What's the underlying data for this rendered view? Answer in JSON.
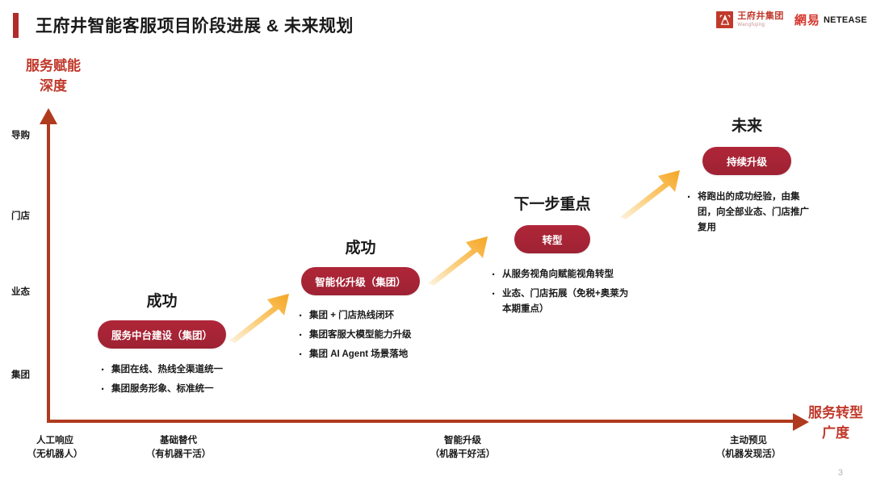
{
  "header": {
    "title": "王府井智能客服项目阶段进展 & 未来规划",
    "accent_color": "#B22B2B",
    "logos": {
      "wangfujing": {
        "cn": "王府井集团",
        "en": "Wangfujing",
        "icon": "wangfujing-mark",
        "color": "#C0392B"
      },
      "netease": {
        "cn": "網易",
        "en": "NETEASE",
        "color": "#D6382F"
      }
    }
  },
  "axes": {
    "y_title": "服务赋能\n深度",
    "x_title": "服务转型\n广度",
    "axis_color": "#B03A1E",
    "y_ticks": [
      "导购",
      "门店",
      "业态",
      "集团"
    ],
    "x_ticks": [
      {
        "main": "人工响应",
        "sub": "（无机器人）"
      },
      {
        "main": "基础替代",
        "sub": "（有机器干活）"
      },
      {
        "main": "智能升级",
        "sub": "（机器干好活）"
      },
      {
        "main": "主动预见",
        "sub": "（机器发现活）"
      }
    ]
  },
  "stages": [
    {
      "heading": "成功",
      "pill": "服务中台建设（集团）",
      "bullets": [
        "集团在线、热线全渠道统一",
        "集团服务形象、标准统一"
      ]
    },
    {
      "heading": "成功",
      "pill": "智能化升级（集团）",
      "bullets": [
        "集团 + 门店热线闭环",
        "集团客服大模型能力升级",
        "集团 AI Agent 场景落地"
      ]
    },
    {
      "heading": "下一步重点",
      "pill": "转型",
      "bullets": [
        "从服务视角向赋能视角转型",
        "业态、门店拓展（免税+奥莱为\n本期重点）"
      ]
    },
    {
      "heading": "未来",
      "pill": "持续升级",
      "bullets": [
        "将跑出的成功经验，由集\n团，向全部业态、门店推广\n复用"
      ]
    }
  ],
  "arrow_color": "#F5A623",
  "pill_color": "#A32638",
  "page_number": "3"
}
